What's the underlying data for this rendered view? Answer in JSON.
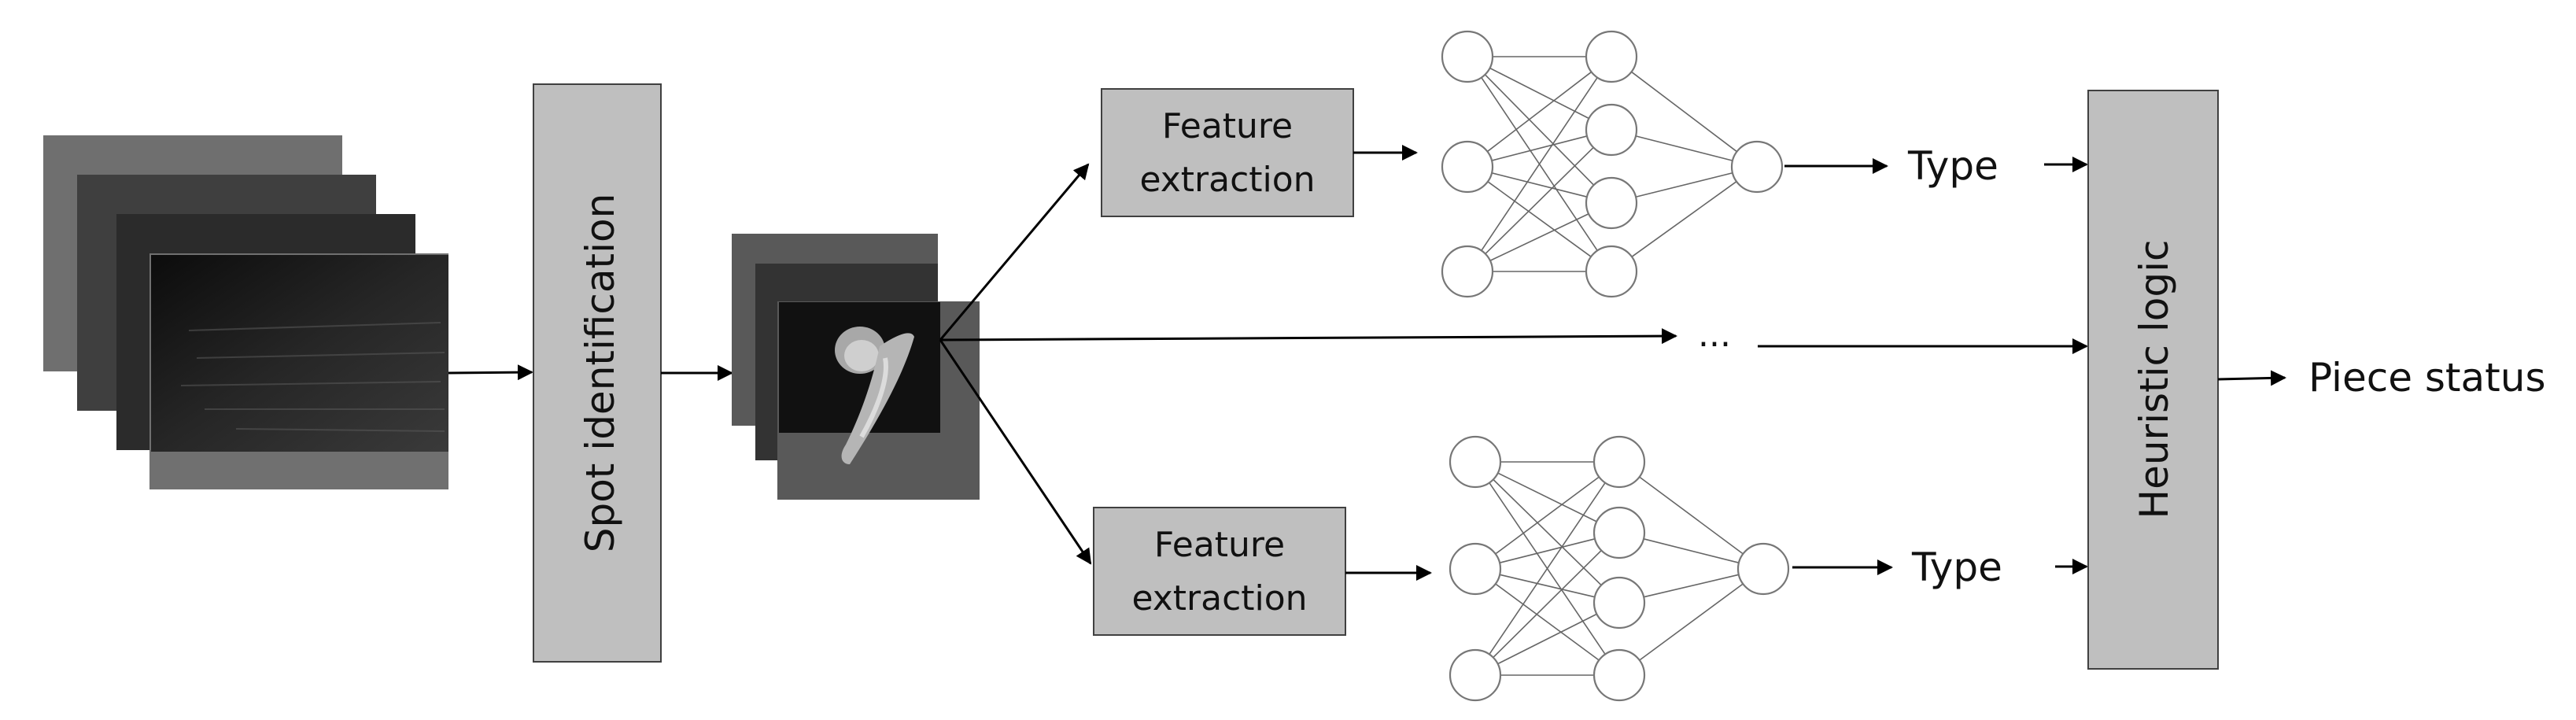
{
  "diagram": {
    "spot_identification": "Spot identification",
    "feature_extraction_top_line1": "Feature",
    "feature_extraction_top_line2": "extraction",
    "feature_extraction_bottom_line1": "Feature",
    "feature_extraction_bottom_line2": "extraction",
    "type_top": "Type",
    "type_bottom": "Type",
    "ellipsis": "...",
    "heuristic_logic": "Heuristic logic",
    "piece_status": "Piece status"
  },
  "colors": {
    "box_fill": "#bfbfbf",
    "box_stroke": "#404040",
    "stack_frame": "#6b6b6b",
    "stack_dark": "#1a1a1a",
    "spot_frame": "#595959",
    "spot_dark": "#111111"
  },
  "icons": [
    "image-stack-icon",
    "spot-crop-stack-icon",
    "neural-network-icon",
    "arrow-icon"
  ]
}
